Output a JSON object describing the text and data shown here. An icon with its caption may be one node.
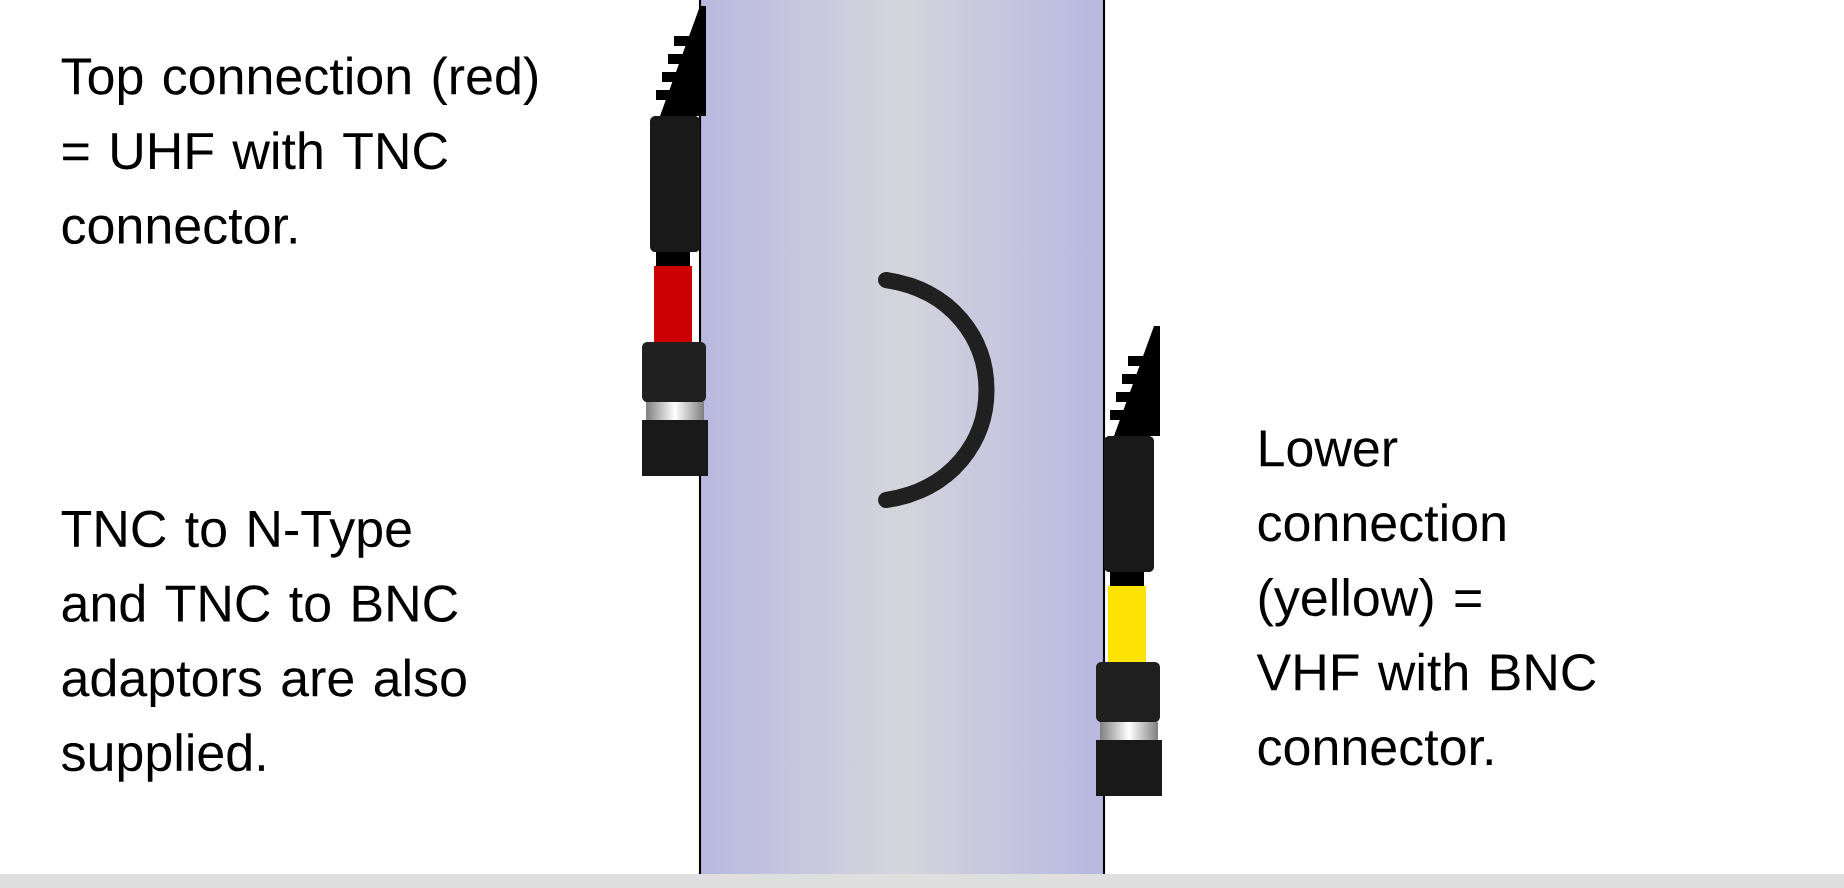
{
  "diagram": {
    "labels": [
      "Top connection (red) = UHF with TNC connector.",
      "TNC to N-Type and TNC to BNC adaptors are also supplied.",
      "Lower connection (yellow) = VHF with BNC connector."
    ]
  }
}
